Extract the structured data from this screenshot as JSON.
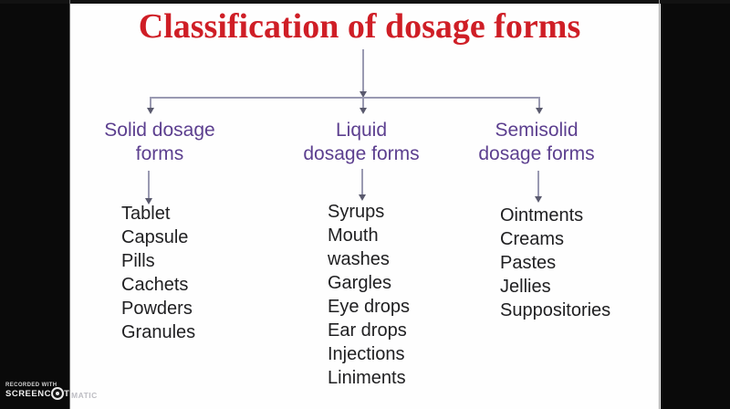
{
  "slide": {
    "title": "Classification of dosage forms"
  },
  "branches": [
    {
      "heading": "Solid dosage forms",
      "heading_lines": [
        "Solid dosage",
        "forms"
      ],
      "items": [
        "Tablet",
        "Capsule",
        "Pills",
        "Cachets",
        "Powders",
        "Granules"
      ]
    },
    {
      "heading": "Liquid dosage forms",
      "heading_lines": [
        "Liquid",
        "dosage forms"
      ],
      "items": [
        "Syrups",
        "Mouth",
        "washes",
        "Gargles",
        "Eye drops",
        "Ear drops",
        "Injections",
        "Liniments"
      ]
    },
    {
      "heading": "Semisolid dosage forms",
      "heading_lines": [
        "Semisolid",
        "dosage forms"
      ],
      "items": [
        "Ointments",
        "Creams",
        "Pastes",
        "Jellies",
        "Suppositories"
      ]
    }
  ],
  "watermark": {
    "recorded_with": "RECORDED WITH",
    "brand": "SCREENCAST",
    "brand_suffix": "MATIC"
  },
  "colors": {
    "title_red": "#cf1e26",
    "heading_purple": "#5c3f8f",
    "body_text": "#202022",
    "connector": "#9a9ab2",
    "arrowhead": "#5a5a6e",
    "letterbox": "#0a0a0a"
  }
}
